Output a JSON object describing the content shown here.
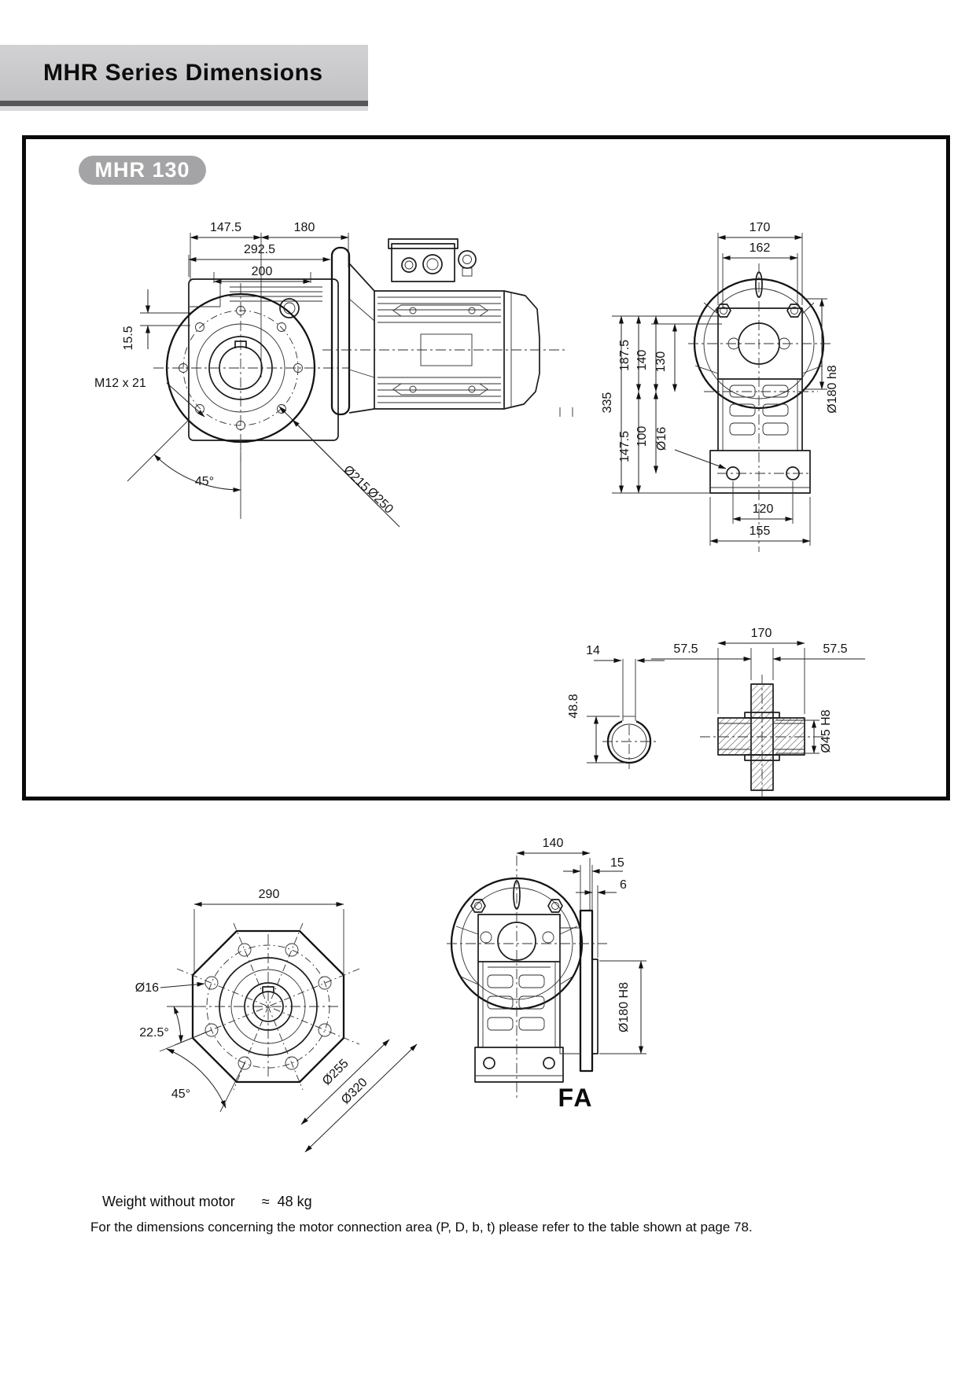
{
  "header": {
    "title": "MHR Series Dimensions"
  },
  "badge": "MHR 130",
  "side_view": {
    "w147_5": "147.5",
    "w180": "180",
    "w292_5": "292.5",
    "w200": "200",
    "h15_5": "15.5",
    "thread": "M12 x 21",
    "d215": "Ø215",
    "d250": "Ø250",
    "a45": "45°"
  },
  "rear_view": {
    "w170": "170",
    "w162": "162",
    "h335": "335",
    "h187_5": "187.5",
    "h140": "140",
    "h130": "130",
    "h147_5": "147.5",
    "h100": "100",
    "d16": "Ø16",
    "d180": "Ø180 h8",
    "w120": "120",
    "w155": "155"
  },
  "shaft_view": {
    "w14": "14",
    "h48_8": "48.8",
    "w170": "170",
    "l57_5": "57.5",
    "r57_5": "57.5",
    "d45": "Ø45 H8"
  },
  "flange_view": {
    "w290": "290",
    "d16": "Ø16",
    "a22_5": "22.5°",
    "a45": "45°",
    "d255": "Ø255",
    "d320": "Ø320"
  },
  "fa_view": {
    "w140": "140",
    "w15": "15",
    "w6": "6",
    "d180": "Ø180 H8",
    "label": "FA"
  },
  "footer": {
    "weight_label": "Weight without motor",
    "weight_approx": "≈",
    "weight_value": "48 kg",
    "note": "For the dimensions concerning the motor connection area (P, D, b, t) please refer to the table shown at page 78."
  },
  "colors": {
    "header_band": "#c8c8cb",
    "header_underline": "#57575a",
    "badge_bg": "#a4a4a6",
    "line_color": "#1b1b1b"
  }
}
